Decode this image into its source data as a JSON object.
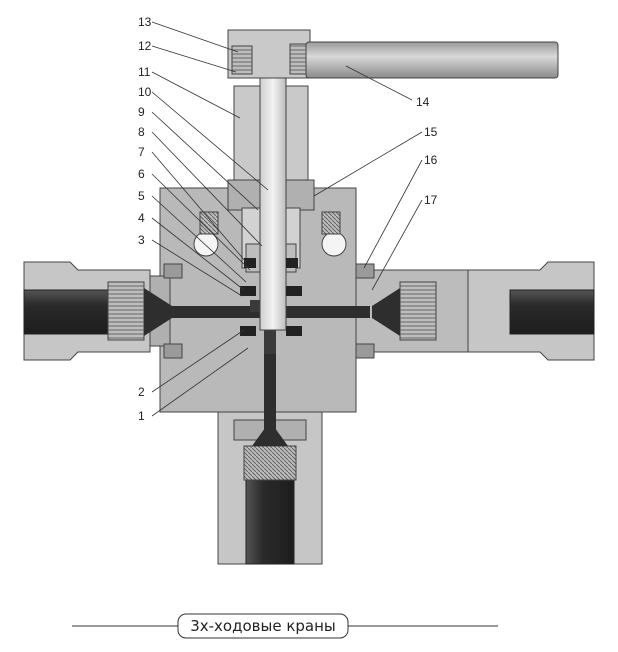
{
  "caption": "3х-ходовые краны",
  "callouts": [
    "1",
    "2",
    "3",
    "4",
    "5",
    "6",
    "7",
    "8",
    "9",
    "10",
    "11",
    "12",
    "13",
    "14",
    "15",
    "16",
    "17"
  ],
  "colors": {
    "body": "#b9b9b9",
    "body_dark": "#8d8d8d",
    "body_light": "#e4e4e4",
    "tube": "#3a3a3a",
    "channel": "#2e2e2e",
    "outline": "#444444",
    "seal": "#222222"
  }
}
